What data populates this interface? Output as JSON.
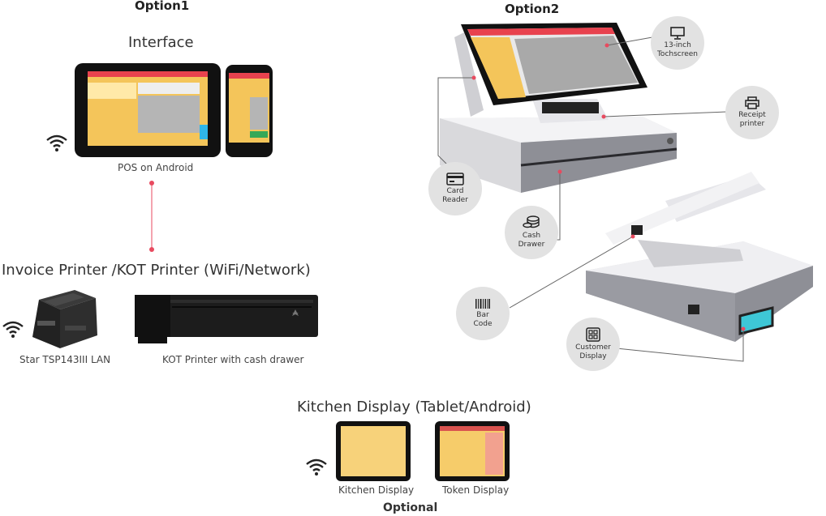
{
  "option1": {
    "heading": "Option1"
  },
  "option2": {
    "heading": "Option2"
  },
  "interface": {
    "title": "Interface",
    "caption": "POS on Android"
  },
  "printers": {
    "title": "Invoice Printer /KOT Printer (WiFi/Network)",
    "left_caption": "Star TSP143III LAN",
    "right_caption": "KOT Printer with cash drawer"
  },
  "kitchen": {
    "title": "Kitchen Display (Tablet/Android)",
    "kitchen_caption": "Kitchen Display",
    "token_caption": "Token Display",
    "optional": "Optional"
  },
  "callouts": {
    "touchscreen": [
      "13-inch",
      "Tochscreen"
    ],
    "receipt": [
      "Receipt",
      "printer"
    ],
    "card": [
      "Card",
      "Reader"
    ],
    "cash": [
      "Cash",
      "Drawer"
    ],
    "barcode": [
      "Bar",
      "Code"
    ],
    "customer": [
      "Customer",
      "Display"
    ]
  },
  "colors": {
    "pos_red": "#e8424e",
    "pos_yellow": "#f4c55a",
    "connector_red": "#e84a5f",
    "callout_bg": "#e2e2e2",
    "device_silver": "#d9d9dc"
  }
}
